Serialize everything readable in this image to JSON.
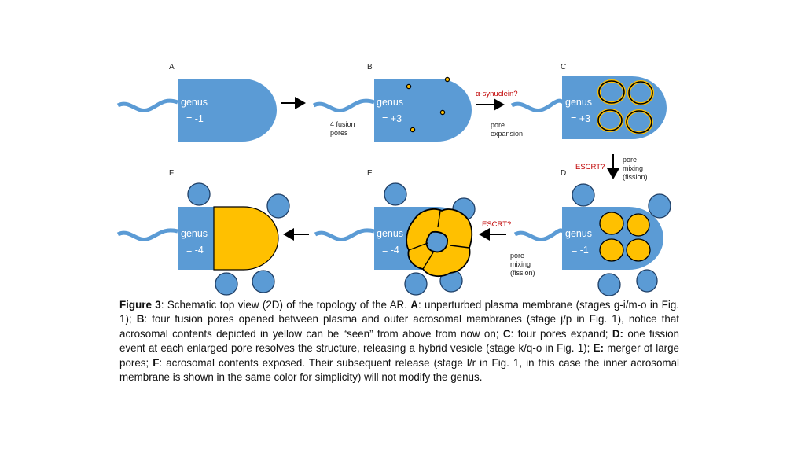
{
  "colors": {
    "membrane": "#5B9BD5",
    "acrosome": "#FFC000",
    "label_red": "#C00000",
    "text": "#111111"
  },
  "panels": {
    "A": {
      "letter": "A",
      "genus_word": "genus",
      "genus_value": "= -1"
    },
    "B": {
      "letter": "B",
      "genus_word": "genus",
      "genus_value": "= +3",
      "note_line1": "4 fusion",
      "note_line2": "pores"
    },
    "C": {
      "letter": "C",
      "genus_word": "genus",
      "genus_value": "= +3"
    },
    "D": {
      "letter": "D",
      "genus_word": "genus",
      "genus_value": "= -1"
    },
    "E": {
      "letter": "E",
      "genus_word": "genus",
      "genus_value": "= -4"
    },
    "F": {
      "letter": "F",
      "genus_word": "genus",
      "genus_value": "= -4"
    }
  },
  "arrows": {
    "bc_top_label": "α-synuclein?",
    "bc_bottom_line1": "pore",
    "bc_bottom_line2": "expansion",
    "cd_left_label": "ESCRT?",
    "cd_right_line1": "pore",
    "cd_right_line2": "mixing",
    "cd_right_line3": "(fission)",
    "de_top_label": "ESCRT?",
    "de_bottom_line1": "pore",
    "de_bottom_line2": "mixing",
    "de_bottom_line3": "(fission)"
  },
  "caption": {
    "fig_label": "Figure 3",
    "t0": ": Schematic top view (2D) of the topology of the AR. ",
    "kA": "A",
    "t1": ": unperturbed plasma membrane (stages g-i/m-o in Fig. 1); ",
    "kB": "B",
    "t2": ": four fusion pores opened between plasma and outer acrosomal membranes (stage j/p in Fig. 1), notice that acrosomal contents depicted in yellow can be “seen” from above from now on; ",
    "kC": "C",
    "t3": ": four pores expand; ",
    "kD": "D:",
    "t4": " one fission event at each enlarged pore resolves the structure, releasing a hybrid vesicle (stage k/q-o in Fig. 1); ",
    "kE": "E:",
    "t5": " merger of large pores; ",
    "kF": "F",
    "t6": ": acrosomal contents exposed. Their subsequent release (stage l/r in Fig. 1, in this case the inner acrosomal membrane is shown in the same color for simplicity) will not modify the genus."
  }
}
